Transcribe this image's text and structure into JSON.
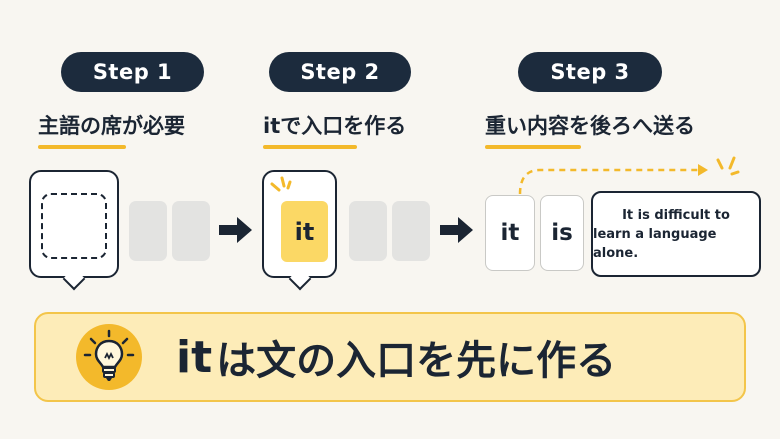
{
  "steps": [
    {
      "label": "Step 1",
      "title": "主語の席が必要"
    },
    {
      "label": "Step 2",
      "title": "itで入口を作る"
    },
    {
      "label": "Step 3",
      "title": "重い内容を後ろへ送る"
    }
  ],
  "step2_word": "it",
  "step3_words": [
    "it",
    "is"
  ],
  "sentence": {
    "line1": "It is difficult to",
    "line2": "learn a language alone."
  },
  "banner": {
    "latin": "it",
    "text": "は文の入口を先に作る"
  },
  "colors": {
    "navy": "#1c2b3d",
    "accent": "#f3b92b",
    "banner_bg": "#fdecb8",
    "highlight": "#fbd865"
  }
}
